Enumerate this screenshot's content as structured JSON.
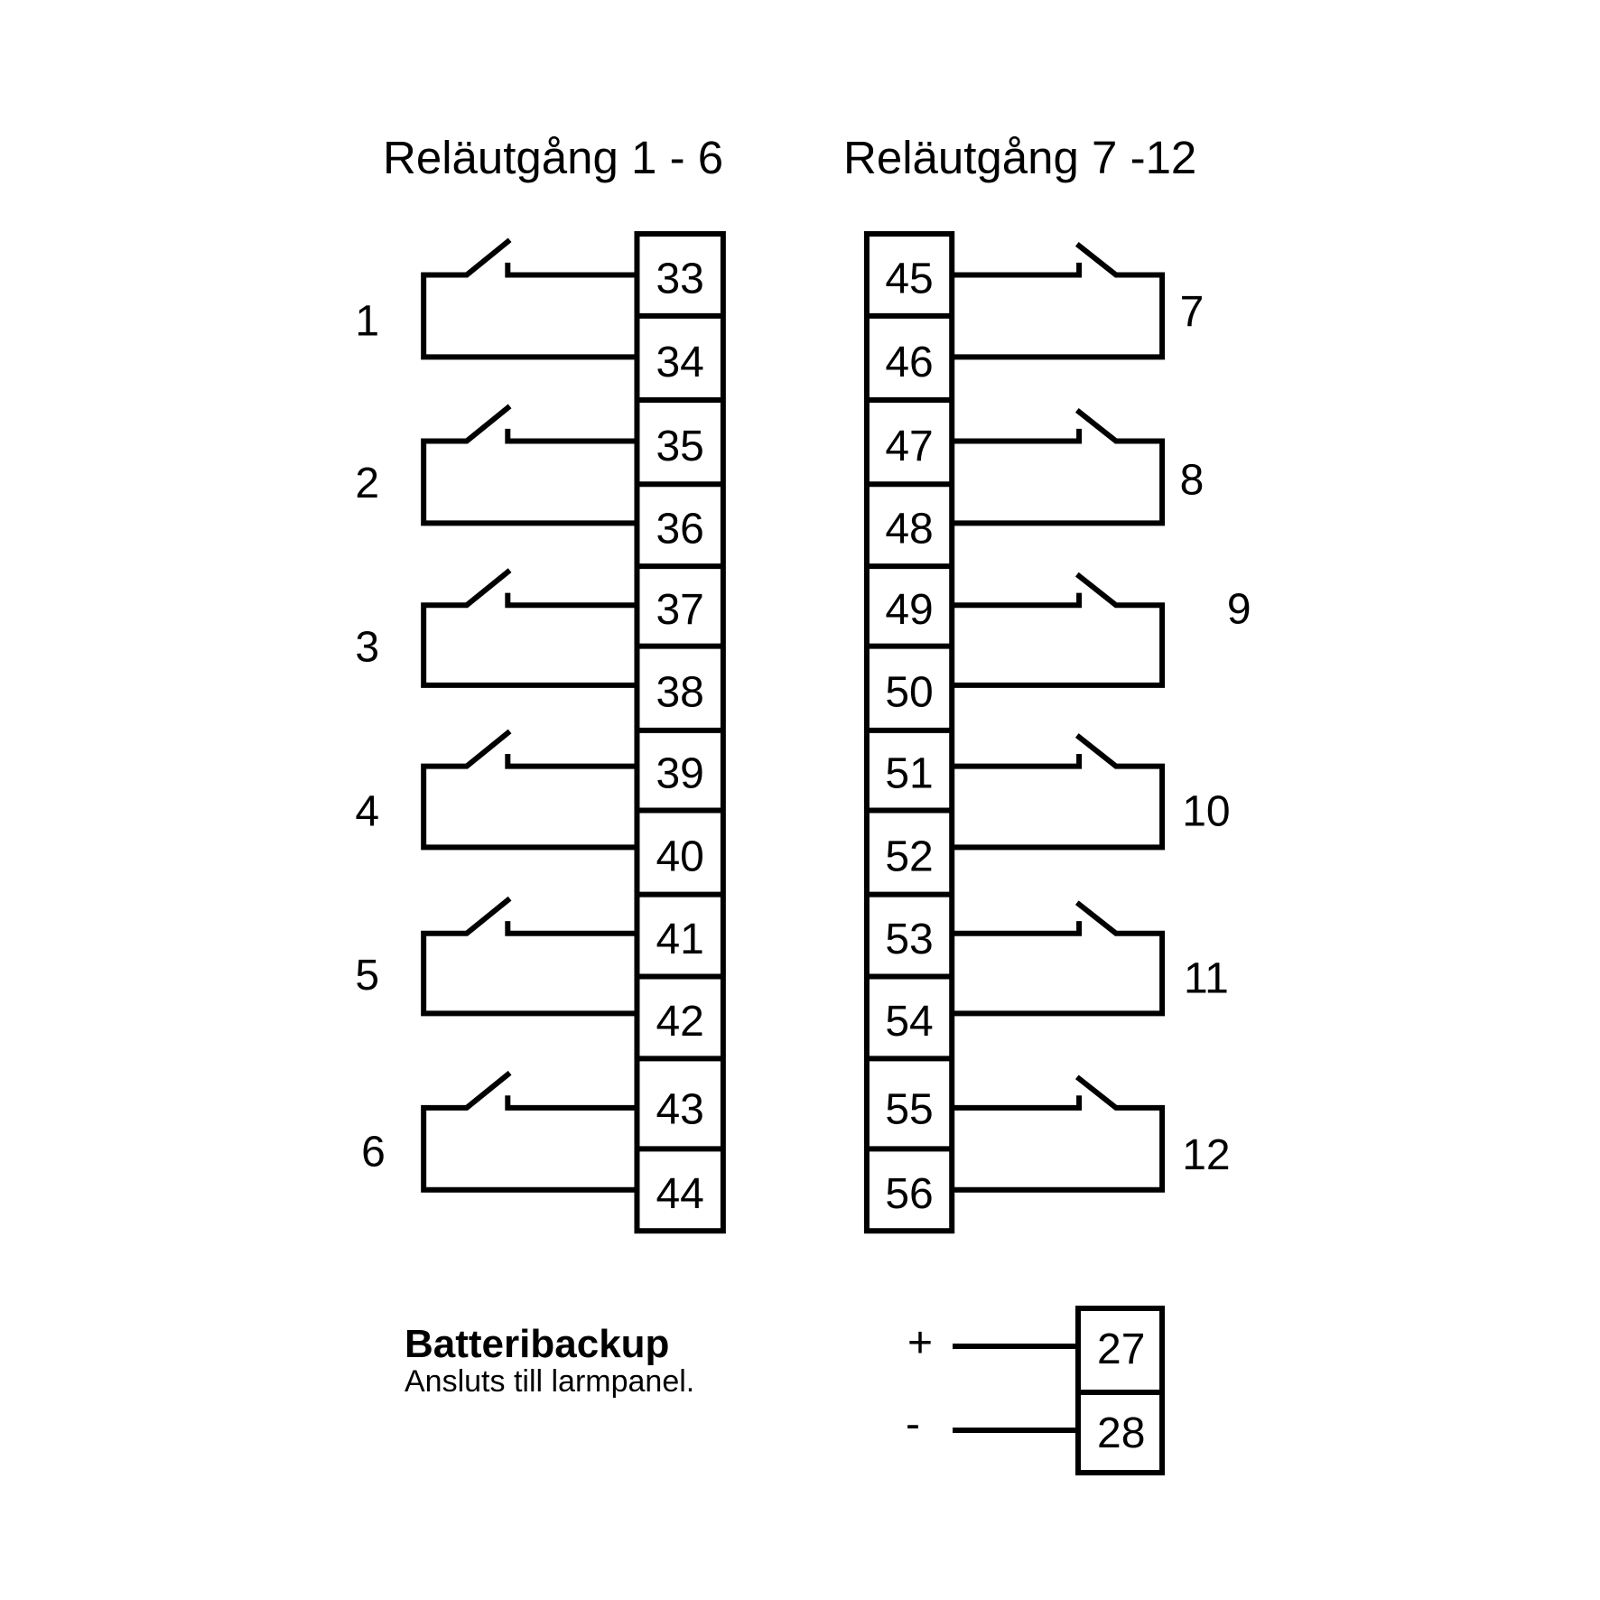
{
  "headings": {
    "left": "Reläutgång 1 - 6",
    "right": "Reläutgång 7 -12"
  },
  "left_terminals": [
    "33",
    "34",
    "35",
    "36",
    "37",
    "38",
    "39",
    "40",
    "41",
    "42",
    "43",
    "44"
  ],
  "right_terminals": [
    "45",
    "46",
    "47",
    "48",
    "49",
    "50",
    "51",
    "52",
    "53",
    "54",
    "55",
    "56"
  ],
  "left_relays": [
    "1",
    "2",
    "3",
    "4",
    "5",
    "6"
  ],
  "right_relays": [
    "7",
    "8",
    "9",
    "10",
    "11",
    "12"
  ],
  "battery": {
    "title": "Batteribackup",
    "subtitle": "Ansluts till larmpanel.",
    "plus_label": "+",
    "minus_label": "-",
    "terminals": [
      "27",
      "28"
    ]
  },
  "colors": {
    "line": "#000000",
    "background": "#ffffff"
  }
}
